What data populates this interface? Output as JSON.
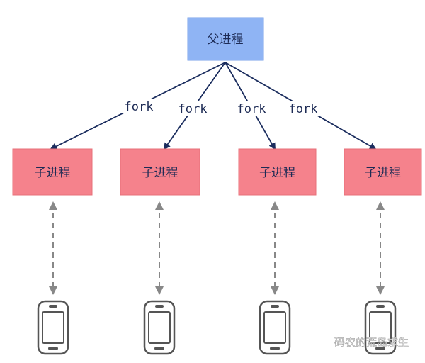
{
  "parent": {
    "label": "父进程",
    "color": "#8fb4f4"
  },
  "children": [
    {
      "label": "子进程",
      "edge_label": "fork"
    },
    {
      "label": "子进程",
      "edge_label": "fork"
    },
    {
      "label": "子进程",
      "edge_label": "fork"
    },
    {
      "label": "子进程",
      "edge_label": "fork"
    }
  ],
  "child_color": "#f5828c",
  "edge_color": "#1b2d5e",
  "link_color": "#888888",
  "client_icon": "smartphone-icon",
  "watermark": "码农的荒岛求生"
}
